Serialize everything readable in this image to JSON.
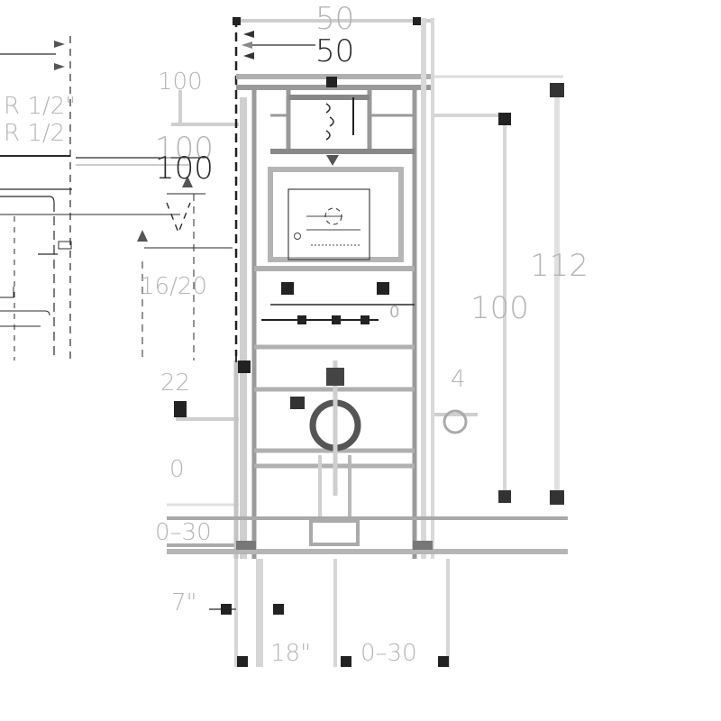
{
  "drawing": {
    "title": "",
    "colors": {
      "line": "#2a2a2a",
      "light": "#bdbdbd",
      "mid": "#8c8c8c",
      "background": "#ffffff"
    }
  },
  "labels": {
    "top_width_a": "50",
    "top_width_b": "50",
    "left_pipe_a": "R 1/2\"",
    "left_pipe_b": "R 1/2",
    "left_top_small": "100",
    "left_height_a": "100",
    "left_height_b": "100",
    "left_mid_dim": "16/20",
    "right_total_height": "112",
    "right_inner_height": "100",
    "left_low_a": "22",
    "left_low_b": "0",
    "left_floor": "0–30",
    "bottom_left_offset": "7\"",
    "bottom_frame_depth": "18\"",
    "bottom_range": "0–30",
    "small_num_right": "4",
    "small_num_right_b": "0"
  }
}
